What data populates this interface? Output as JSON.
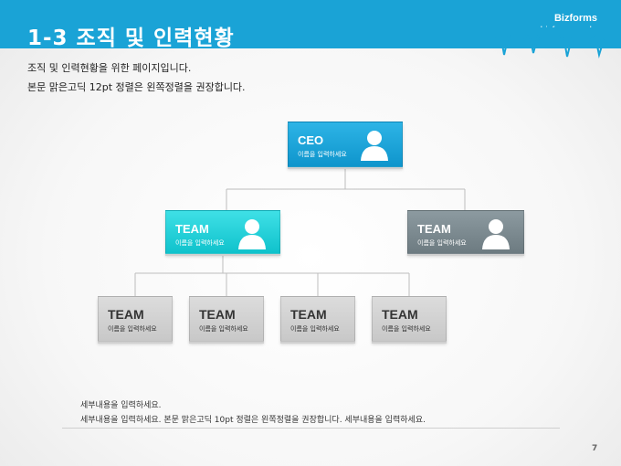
{
  "header": {
    "title": "1-3 조직 및 인력현황",
    "brand": "Bizforms",
    "brand_url": "www.bizforms.co.kr"
  },
  "intro": {
    "line1": "조직 및 인력현황을 위한 페이지입니다.",
    "line2": "본문 맑은고딕 12pt 정렬은 왼쪽정렬을 권장합니다."
  },
  "org": {
    "ceo": {
      "title": "CEO",
      "sub": "이름을 입력하세요"
    },
    "team_left": {
      "title": "TEAM",
      "sub": "이름을 입력하세요"
    },
    "team_right": {
      "title": "TEAM",
      "sub": "이름을 입력하세요"
    },
    "subteams": [
      {
        "title": "TEAM",
        "sub": "이름을 입력하세요"
      },
      {
        "title": "TEAM",
        "sub": "이름을 입력하세요"
      },
      {
        "title": "TEAM",
        "sub": "이름을 입력하세요"
      },
      {
        "title": "TEAM",
        "sub": "이름을 입력하세요"
      }
    ]
  },
  "footer": {
    "line1": "세부내용을 입력하세요.",
    "line2": "세부내용을 입력하세요. 본문 맑은고딕 10pt 정렬은 왼쪽정렬을 권장합니다. 세부내용을 입력하세요.",
    "page_number": "7"
  },
  "colors": {
    "header": "#1aa3d6",
    "ceo": "#1aa3d6",
    "team_left": "#22cfd8",
    "team_right": "#7b898f",
    "subteam": "#d2d2d2"
  },
  "icons": {
    "person": "person-icon"
  }
}
